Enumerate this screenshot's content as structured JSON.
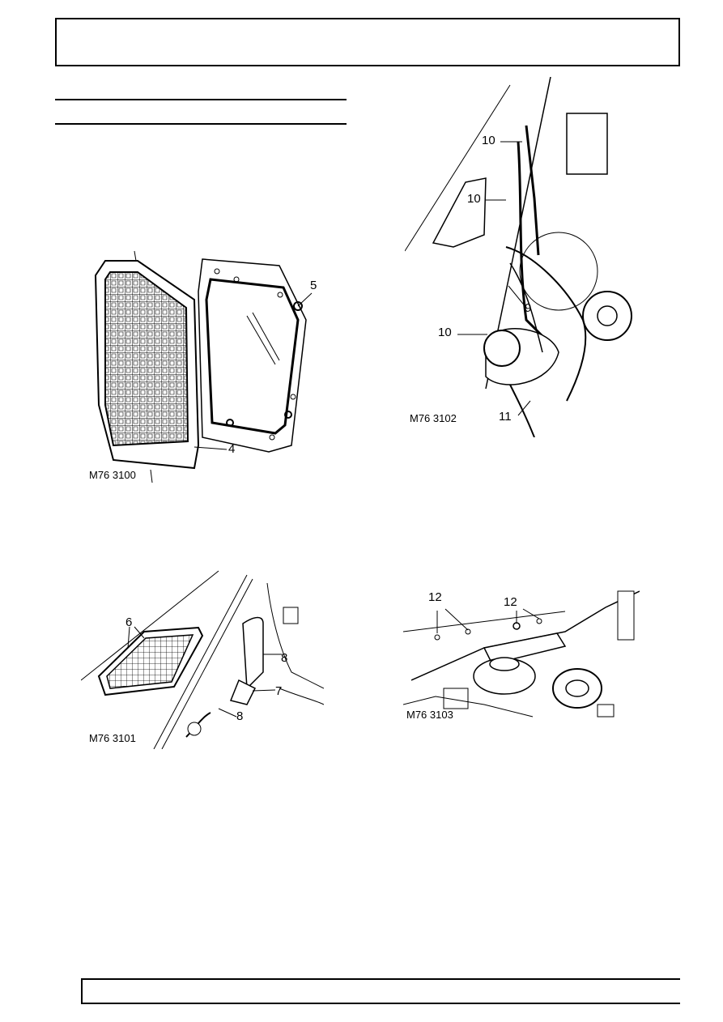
{
  "figures": [
    {
      "id": "M76 3100",
      "callouts": [
        "4",
        "5"
      ]
    },
    {
      "id": "M76 3101",
      "callouts": [
        "6",
        "7",
        "8",
        "8"
      ]
    },
    {
      "id": "M76 3102",
      "callouts": [
        "10",
        "10",
        "10",
        "9",
        "11"
      ]
    },
    {
      "id": "M76 3103",
      "callouts": [
        "12",
        "12"
      ]
    }
  ]
}
